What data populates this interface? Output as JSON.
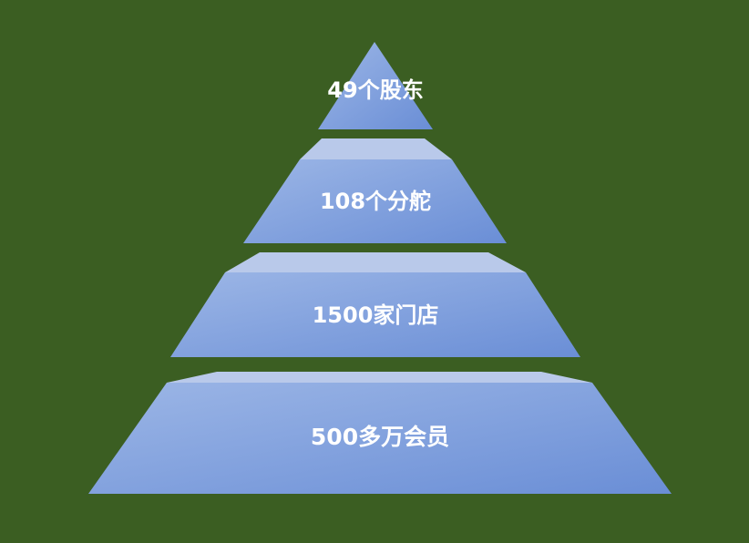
{
  "pyramid": {
    "tiers": [
      {
        "label": "49个股东"
      },
      {
        "label": "108个分舵"
      },
      {
        "label": "1500家门店"
      },
      {
        "label": "500多万会员"
      }
    ]
  },
  "colors": {
    "background": "#3b5e22",
    "face_light": "#9cb6e6",
    "face_dark": "#6a8ed6",
    "top_face": "#b9c9ea",
    "text": "#ffffff"
  }
}
